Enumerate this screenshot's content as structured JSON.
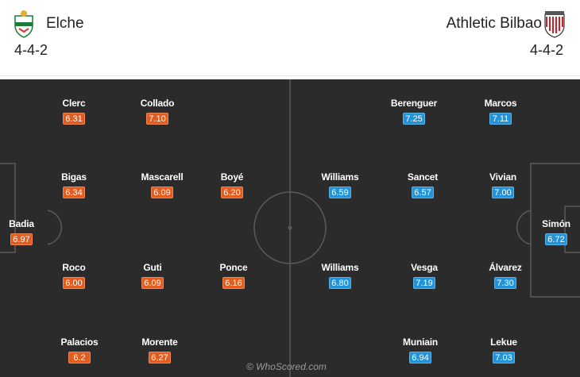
{
  "home": {
    "name": "Elche",
    "formation": "4-4-2",
    "color": "#e35c1f",
    "players": [
      {
        "name": "Clerc",
        "rating": "6.31"
      },
      {
        "name": "Collado",
        "rating": "7.10"
      },
      {
        "name": "Bigas",
        "rating": "6.34"
      },
      {
        "name": "Mascarell",
        "rating": "6.09"
      },
      {
        "name": "Boyé",
        "rating": "6.20"
      },
      {
        "name": "Badia",
        "rating": "6.97"
      },
      {
        "name": "Roco",
        "rating": "6.00"
      },
      {
        "name": "Guti",
        "rating": "6.09"
      },
      {
        "name": "Ponce",
        "rating": "6.16"
      },
      {
        "name": "Palacios",
        "rating": "6.2"
      },
      {
        "name": "Morente",
        "rating": "6.27"
      }
    ]
  },
  "away": {
    "name": "Athletic Bilbao",
    "formation": "4-4-2",
    "color": "#2492d6",
    "players": [
      {
        "name": "Berenguer",
        "rating": "7.25"
      },
      {
        "name": "Marcos",
        "rating": "7.11"
      },
      {
        "name": "Williams",
        "rating": "6.59"
      },
      {
        "name": "Sancet",
        "rating": "6.57"
      },
      {
        "name": "Vivian",
        "rating": "7.00"
      },
      {
        "name": "Simón",
        "rating": "6.72"
      },
      {
        "name": "Williams",
        "rating": "6.80"
      },
      {
        "name": "Vesga",
        "rating": "7.19"
      },
      {
        "name": "Álvarez",
        "rating": "7.30"
      },
      {
        "name": "Muniain",
        "rating": "6.94"
      },
      {
        "name": "Lekue",
        "rating": "7.03"
      }
    ]
  },
  "credit": "© WhoScored.com"
}
